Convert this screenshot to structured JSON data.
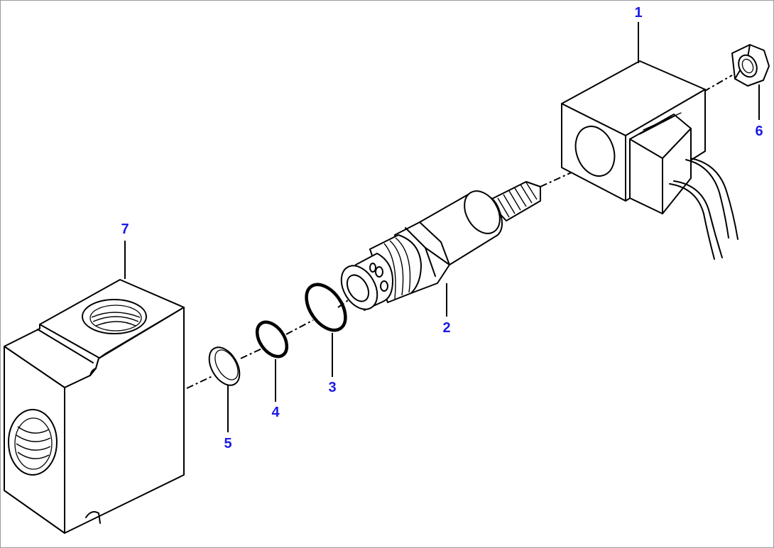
{
  "diagram": {
    "callouts": [
      {
        "id": "1",
        "label": "1"
      },
      {
        "id": "2",
        "label": "2"
      },
      {
        "id": "3",
        "label": "3"
      },
      {
        "id": "4",
        "label": "4"
      },
      {
        "id": "5",
        "label": "5"
      },
      {
        "id": "6",
        "label": "6"
      },
      {
        "id": "7",
        "label": "7"
      }
    ],
    "colors": {
      "callout": "#1a1ae6",
      "line": "#000000",
      "border": "#9a9a9a"
    }
  }
}
